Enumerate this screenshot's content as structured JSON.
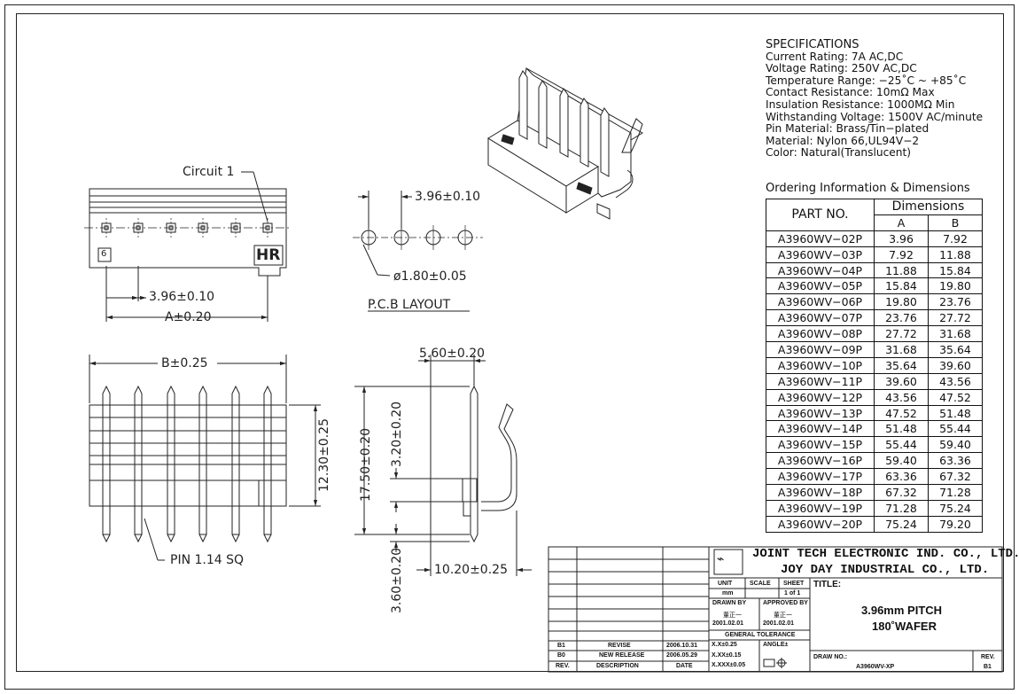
{
  "labels": {
    "circuit_1": "Circuit 1",
    "pitch_dim": "3.96±0.10",
    "a_dim": "A±0.20",
    "pcb_pitch": "3.96±0.10",
    "hole_dia": "ø1.80±0.05",
    "pcb_layout": "P.C.B LAYOUT",
    "b_dim": "B±0.25",
    "height_dim": "12.30±0.25",
    "pin_size": "PIN 1.14 SQ",
    "side_width": "5.60±0.20",
    "side_total": "17.50±0.20",
    "side_upper": "3.20±0.20",
    "side_tail": "3.60±0.20",
    "side_depth": "10.20±0.25",
    "pos_mark": "6",
    "logo": "HR"
  },
  "specifications": {
    "title": "SPECIFICATIONS",
    "lines": [
      "Current Rating: 7A AC,DC",
      "Voltage Rating: 250V AC,DC",
      "Temperature Range: −25˚C ~ +85˚C",
      "Contact Resistance: 10mΩ Max",
      "Insulation Resistance: 1000MΩ Min",
      "Withstanding Voltage: 1500V AC/minute",
      "Pin Material: Brass/Tin−plated",
      "Material: Nylon 66,UL94V−2",
      "Color: Natural(Translucent)"
    ]
  },
  "ordering": {
    "title": "Ordering Information & Dimensions",
    "header_part": "PART NO.",
    "header_dims": "Dimensions",
    "header_a": "A",
    "header_b": "B",
    "rows": [
      {
        "part": "A3960WV−02P",
        "a": "3.96",
        "b": "7.92"
      },
      {
        "part": "A3960WV−03P",
        "a": "7.92",
        "b": "11.88"
      },
      {
        "part": "A3960WV−04P",
        "a": "11.88",
        "b": "15.84"
      },
      {
        "part": "A3960WV−05P",
        "a": "15.84",
        "b": "19.80"
      },
      {
        "part": "A3960WV−06P",
        "a": "19.80",
        "b": "23.76"
      },
      {
        "part": "A3960WV−07P",
        "a": "23.76",
        "b": "27.72"
      },
      {
        "part": "A3960WV−08P",
        "a": "27.72",
        "b": "31.68"
      },
      {
        "part": "A3960WV−09P",
        "a": "31.68",
        "b": "35.64"
      },
      {
        "part": "A3960WV−10P",
        "a": "35.64",
        "b": "39.60"
      },
      {
        "part": "A3960WV−11P",
        "a": "39.60",
        "b": "43.56"
      },
      {
        "part": "A3960WV−12P",
        "a": "43.56",
        "b": "47.52"
      },
      {
        "part": "A3960WV−13P",
        "a": "47.52",
        "b": "51.48"
      },
      {
        "part": "A3960WV−14P",
        "a": "51.48",
        "b": "55.44"
      },
      {
        "part": "A3960WV−15P",
        "a": "55.44",
        "b": "59.40"
      },
      {
        "part": "A3960WV−16P",
        "a": "59.40",
        "b": "63.36"
      },
      {
        "part": "A3960WV−17P",
        "a": "63.36",
        "b": "67.32"
      },
      {
        "part": "A3960WV−18P",
        "a": "67.32",
        "b": "71.28"
      },
      {
        "part": "A3960WV−19P",
        "a": "71.28",
        "b": "75.24"
      },
      {
        "part": "A3960WV−20P",
        "a": "75.24",
        "b": "79.20"
      }
    ]
  },
  "title_block": {
    "company_1": "JOINT TECH ELECTRONIC IND. CO., LTD.",
    "company_2": "JOY DAY INDUSTRIAL CO., LTD.",
    "unit_label": "UNIT",
    "unit_value": "mm",
    "scale_label": "SCALE",
    "sheet_label": "SHEET",
    "sheet_value": "1 of 1",
    "title_label": "TITLE:",
    "title_line1": "3.96mm PITCH",
    "title_line2": "180˚WAFER",
    "drawn_by_label": "DRAWN BY",
    "drawn_by_name": "董正一",
    "drawn_date": "2001.02.01",
    "approved_by_label": "APPROVED BY",
    "approved_by_name": "董正一",
    "approved_date": "2001.02.01",
    "tolerance_label": "GENERAL TOLERANCE",
    "tol_1": "X.X±0.25",
    "tol_2": "X.XX±0.15",
    "tol_3": "X.XXX±0.05",
    "angle_label": "ANGLE±",
    "draw_no_label": "DRAW NO.:",
    "draw_no": "A3960WV-XP",
    "rev_label": "REV.",
    "rev_value": "B1",
    "revisions": [
      {
        "rev": "B1",
        "desc": "REVISE",
        "date": "2006.10.31"
      },
      {
        "rev": "B0",
        "desc": "NEW RELEASE",
        "date": "2006.05.29"
      }
    ],
    "col_rev": "REV.",
    "col_desc": "DESCRIPTION",
    "col_date": "DATE"
  }
}
